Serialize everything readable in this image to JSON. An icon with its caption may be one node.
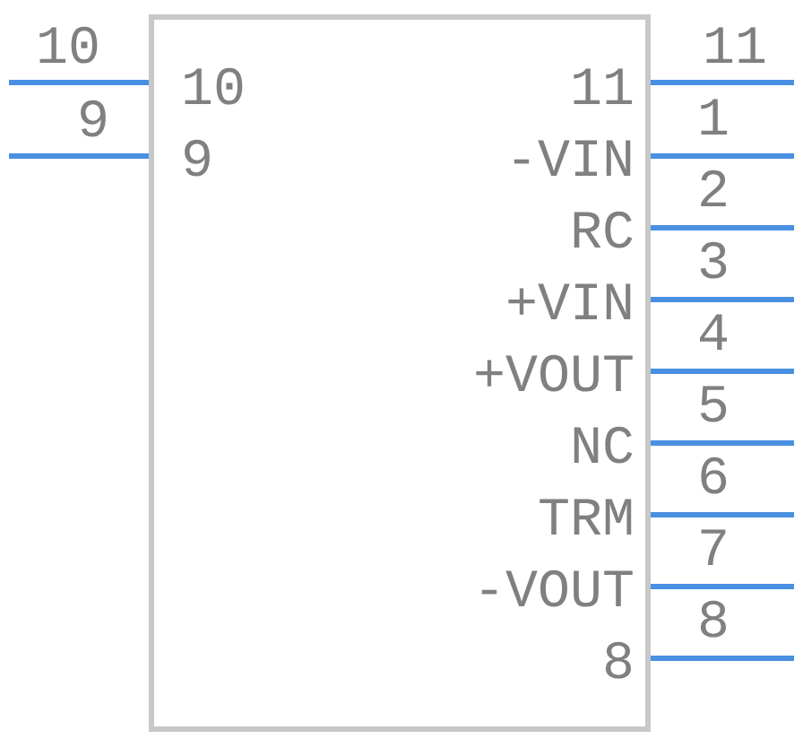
{
  "diagram": {
    "nodes": [
      {
        "text": [],
        "shape": "box"
      },
      {
        "text": [
          "10"
        ],
        "in": 0
      },
      {
        "text": [
          "9"
        ],
        "in": 0
      },
      {
        "text": [
          "11"
        ],
        "in": 0
      },
      {
        "text": [
          "-VIN"
        ],
        "in": 0
      },
      {
        "text": [
          "RC"
        ],
        "in": 0
      },
      {
        "text": [
          "+VIN"
        ],
        "in": 0
      },
      {
        "text": [
          "+VOUT"
        ],
        "in": 0
      },
      {
        "text": [
          "NC"
        ],
        "in": 0
      },
      {
        "text": [
          "TRM"
        ],
        "in": 0
      },
      {
        "text": [
          "-VOUT"
        ],
        "in": 0
      },
      {
        "text": [
          "8"
        ],
        "in": 0
      }
    ],
    "labels": [
      "10",
      "11",
      "9",
      "1",
      "2",
      "3",
      "4",
      "5",
      "6",
      "7",
      "8"
    ]
  }
}
